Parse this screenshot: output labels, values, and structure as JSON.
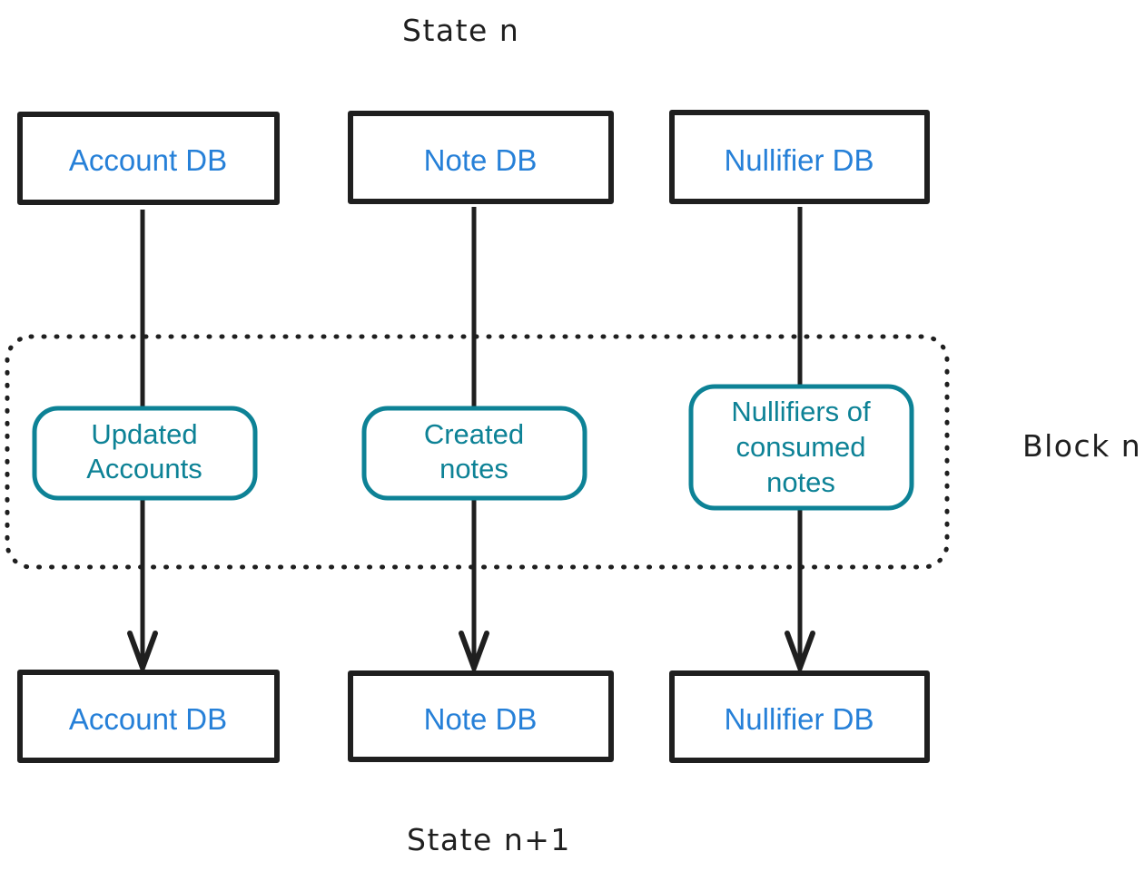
{
  "diagram": {
    "title_top": "State n",
    "title_bottom": "State n+1",
    "group_label": "Block n",
    "colors": {
      "db_text": "#2680d8",
      "db_border": "#1f1f1f",
      "block_text": "#0d8296",
      "block_border": "#0d8296",
      "arrow": "#1f1f1f",
      "dotted_border": "#1f1f1f",
      "background": "#ffffff"
    },
    "top_row": [
      {
        "label": "Account DB"
      },
      {
        "label": "Note DB"
      },
      {
        "label": "Nullifier DB"
      }
    ],
    "middle_row": [
      {
        "line1": "Updated",
        "line2": "Accounts",
        "line3": ""
      },
      {
        "line1": "Created",
        "line2": "notes",
        "line3": ""
      },
      {
        "line1": "Nullifiers of",
        "line2": "consumed",
        "line3": "notes"
      }
    ],
    "bottom_row": [
      {
        "label": "Account DB"
      },
      {
        "label": "Note DB"
      },
      {
        "label": "Nullifier DB"
      }
    ]
  }
}
